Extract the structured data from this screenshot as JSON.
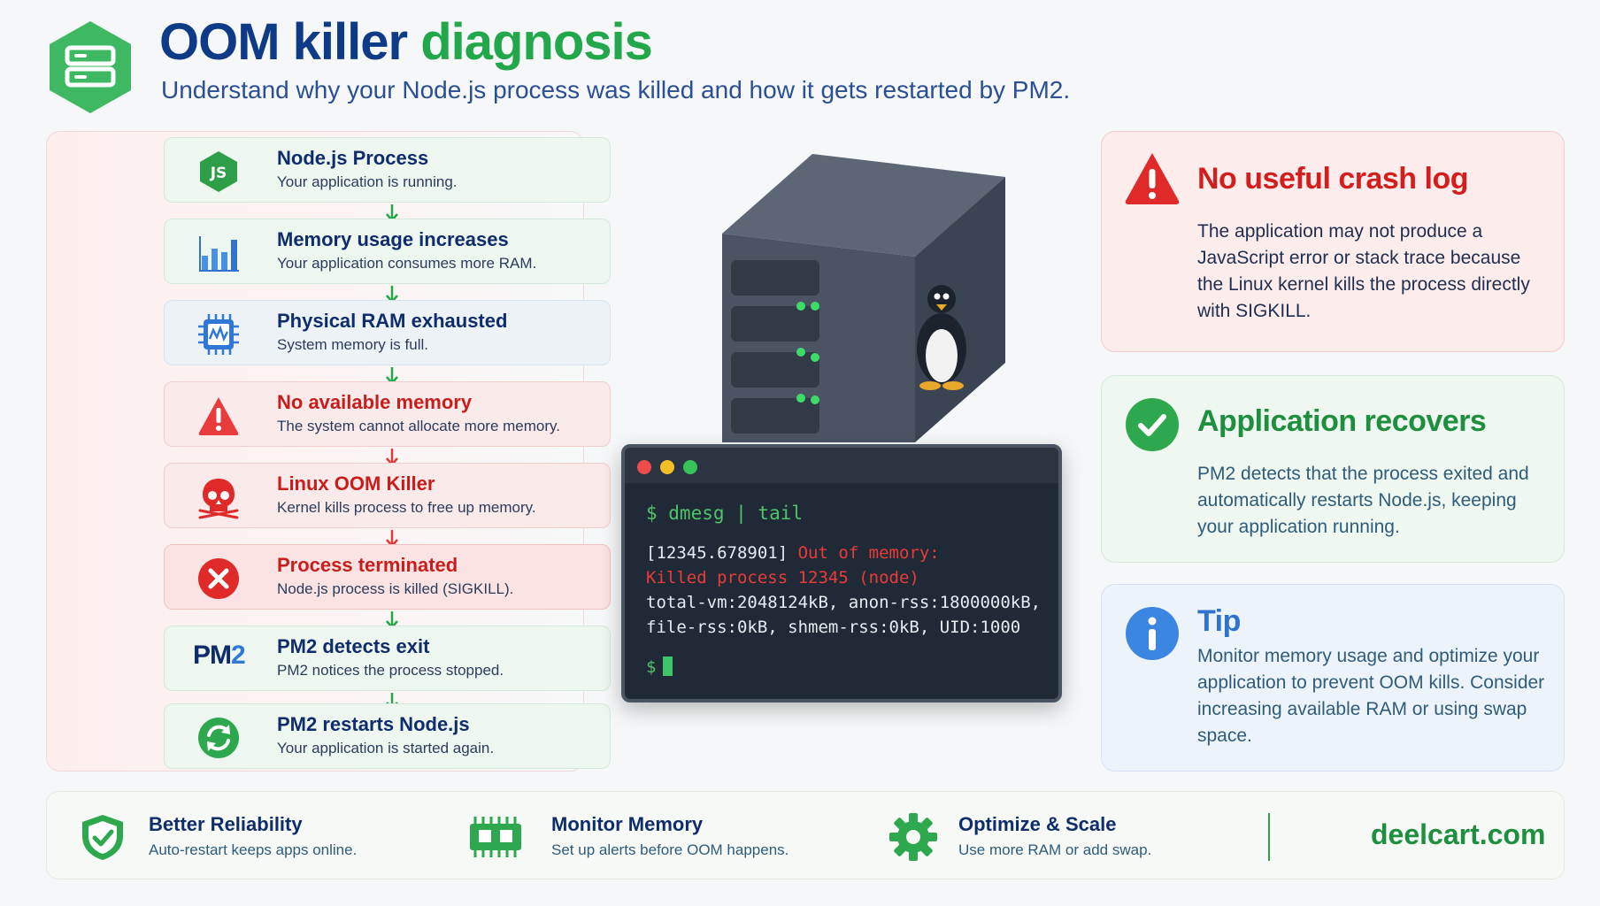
{
  "header": {
    "title_part1": "OOM killer",
    "title_part2": "diagnosis",
    "subtitle": "Understand why your Node.js process was killed and how it gets restarted by PM2."
  },
  "flow": {
    "steps": [
      {
        "title": "Node.js Process",
        "desc": "Your application is running.",
        "icon": "nodejs-icon"
      },
      {
        "title": "Memory usage increases",
        "desc": "Your application consumes more RAM.",
        "icon": "bar-chart-icon"
      },
      {
        "title": "Physical RAM exhausted",
        "desc": "System memory is full.",
        "icon": "memory-chip-icon"
      },
      {
        "title": "No available memory",
        "desc": "The system cannot allocate more memory.",
        "icon": "warning-icon"
      },
      {
        "title": "Linux OOM Killer",
        "desc": "Kernel kills process to free up memory.",
        "icon": "skull-icon"
      },
      {
        "title": "Process terminated",
        "desc": "Node.js process is killed (SIGKILL).",
        "icon": "x-circle-icon"
      },
      {
        "title": "PM2 detects exit",
        "desc": "PM2 notices the process stopped.",
        "icon": "pm2-logo"
      },
      {
        "title": "PM2 restarts Node.js",
        "desc": "Your application is started again.",
        "icon": "refresh-icon"
      }
    ],
    "pm2_logo_a": "PM",
    "pm2_logo_b": "2"
  },
  "terminal": {
    "command": "$ dmesg | tail",
    "line1_a": "[12345.678901] ",
    "line1_b": "Out of memory:",
    "line2": "Killed process 12345 (node)",
    "line3": "total-vm:2048124kB, anon-rss:1800000kB,",
    "line4": "file-rss:0kB, shmem-rss:0kB, UID:1000",
    "prompt": "$"
  },
  "cards": {
    "crash": {
      "title": "No useful crash log",
      "body": "The application may not produce a JavaScript error or stack trace because the Linux kernel kills the process directly with SIGKILL."
    },
    "recover": {
      "title": "Application recovers",
      "body": "PM2 detects that the process exited and automatically restarts Node.js, keeping your application running."
    },
    "tip": {
      "title": "Tip",
      "body": "Monitor memory usage and optimize your application to prevent OOM kills. Consider increasing available RAM or using swap space."
    }
  },
  "footer": {
    "items": [
      {
        "title": "Better Reliability",
        "desc": "Auto-restart keeps apps online.",
        "icon": "shield-check-icon"
      },
      {
        "title": "Monitor Memory",
        "desc": "Set up alerts before OOM happens.",
        "icon": "memory-module-icon"
      },
      {
        "title": "Optimize & Scale",
        "desc": "Use more RAM or add swap.",
        "icon": "gear-icon"
      }
    ],
    "brand": "deelcart.com"
  },
  "colors": {
    "navy": "#0f3b86",
    "green": "#22a84a",
    "red": "#d41e1e",
    "blue": "#2f73cf"
  }
}
